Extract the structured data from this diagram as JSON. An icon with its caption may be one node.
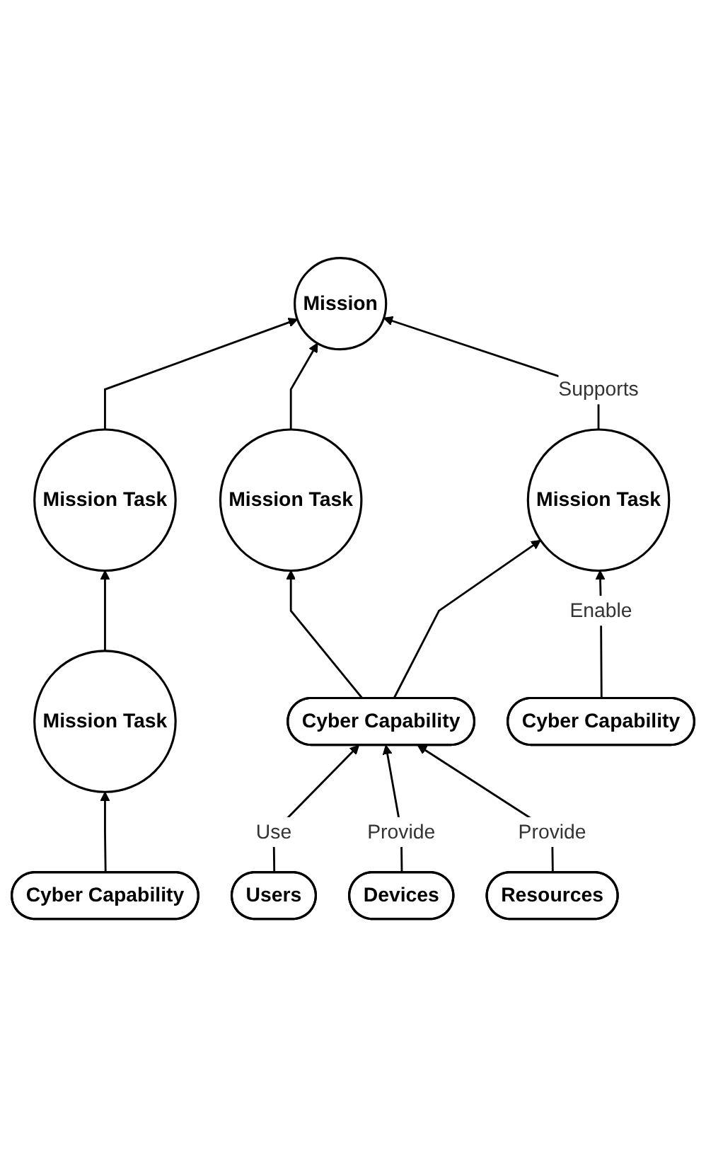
{
  "diagram": {
    "nodes": [
      {
        "text": [
          "Mission"
        ]
      },
      {
        "text": [
          "Mission Task"
        ]
      },
      {
        "text": [
          "Mission Task"
        ]
      },
      {
        "text": [
          "Mission Task"
        ]
      },
      {
        "text": [
          "Mission Task"
        ]
      },
      {
        "text": [
          "Cyber Capability"
        ]
      },
      {
        "text": [
          "Cyber Capability"
        ]
      },
      {
        "text": [
          "Cyber Capability"
        ]
      },
      {
        "text": [
          "Users"
        ]
      },
      {
        "text": [
          "Devices"
        ]
      },
      {
        "text": [
          "Resources"
        ]
      }
    ],
    "edges": [
      {
        "from": 1,
        "to": 0,
        "arrow": "to"
      },
      {
        "from": 2,
        "to": 0,
        "arrow": "to"
      },
      {
        "from": 3,
        "to": 0,
        "arrow": "to",
        "label": "Supports"
      },
      {
        "from": 4,
        "to": 1,
        "arrow": "to"
      },
      {
        "from": 5,
        "to": 4,
        "arrow": "to"
      },
      {
        "from": 6,
        "to": 2,
        "arrow": "to"
      },
      {
        "from": 6,
        "to": 3,
        "arrow": "to"
      },
      {
        "from": 7,
        "to": 3,
        "arrow": "to",
        "label": "Enable"
      },
      {
        "from": 8,
        "to": 6,
        "arrow": "to",
        "label": "Use"
      },
      {
        "from": 9,
        "to": 6,
        "arrow": "to",
        "label": "Provide"
      },
      {
        "from": 10,
        "to": 6,
        "arrow": "to",
        "label": "Provide"
      }
    ]
  }
}
